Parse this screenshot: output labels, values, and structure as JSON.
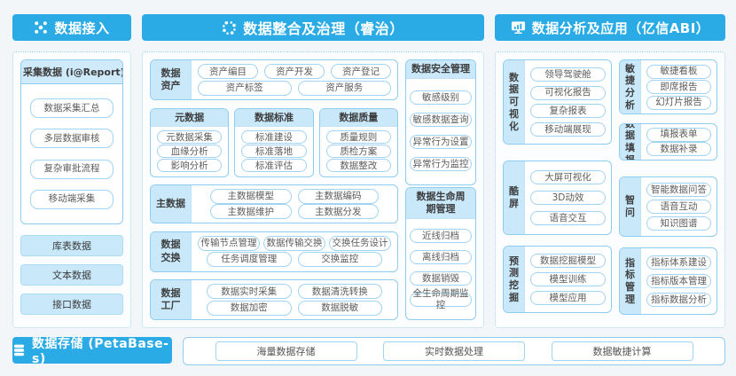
{
  "colors": {
    "accent": "#2aabe6",
    "light_fill": "#c9e9fb",
    "border": "#8fcdf0"
  },
  "access": {
    "title": "数据接入",
    "report_panel": {
      "title": "采集数据 (i@Report)",
      "items": [
        "数据采集汇总",
        "多层数据审核",
        "复杂审批流程",
        "移动端采集"
      ]
    },
    "chips": [
      "库表数据",
      "文本数据",
      "接口数据"
    ]
  },
  "governance": {
    "title": "数据整合及治理（睿治）",
    "asset": {
      "label": "数据资产",
      "row1": [
        "资产编目",
        "资产开发",
        "资产登记"
      ],
      "row2": [
        "资产标签",
        "资产服务"
      ]
    },
    "meta": {
      "title": "元数据",
      "items": [
        "元数据采集",
        "血缘分析",
        "影响分析"
      ]
    },
    "standard": {
      "title": "数据标准",
      "items": [
        "标准建设",
        "标准落地",
        "标准评估"
      ]
    },
    "quality": {
      "title": "数据质量",
      "items": [
        "质量规则",
        "质检方案",
        "数据整改"
      ]
    },
    "master": {
      "label": "主数据",
      "row1": [
        "主数据模型",
        "主数据编码"
      ],
      "row2": [
        "主数据维护",
        "主数据分发"
      ]
    },
    "exchange": {
      "label": "数据交换",
      "row1": [
        "传输节点管理",
        "数据传输交换",
        "交换任务设计"
      ],
      "row2": [
        "任务调度管理",
        "交换监控"
      ]
    },
    "factory": {
      "label": "数据工厂",
      "row1": [
        "数据实时采集",
        "数据清洗转换"
      ],
      "row2": [
        "数据加密",
        "数据脱敏"
      ]
    },
    "security": {
      "title": "数据安全管理",
      "items": [
        "敏感级别",
        "敏感数据查询",
        "异常行为设置",
        "异常行为监控"
      ]
    },
    "lifecycle": {
      "title": "数据生命周期管理",
      "items": [
        "近线归档",
        "离线归档",
        "数据销毁",
        "全生命周期监控"
      ]
    }
  },
  "analysis": {
    "title": "数据分析及应用（亿信ABI）",
    "viz": {
      "label": "数据可视化",
      "items": [
        "领导驾驶舱",
        "可视化报告",
        "复杂报表",
        "移动端展现"
      ]
    },
    "agile": {
      "label": "敏捷分析",
      "items": [
        "敏捷看板",
        "即席报告",
        "幻灯片报告"
      ]
    },
    "filling": {
      "label": "数据填报",
      "items": [
        "填报表单",
        "数据补录"
      ]
    },
    "coolscreen": {
      "label": "酷屏",
      "items": [
        "大屏可视化",
        "3D动效",
        "语音交互"
      ]
    },
    "zhiwen": {
      "label": "智问",
      "items": [
        "智能数据问答",
        "语音互动",
        "知识图谱"
      ]
    },
    "mining": {
      "label": "预测挖掘",
      "items": [
        "数据挖掘模型",
        "模型训练",
        "模型应用"
      ]
    },
    "indicator": {
      "label": "指标管理",
      "items": [
        "指标体系建设",
        "指标版本管理",
        "指标数据分析"
      ]
    }
  },
  "storage": {
    "title": "数据存储 (PetaBase-s)",
    "items": [
      "海量数据存储",
      "实时数据处理",
      "数据敏捷计算"
    ]
  }
}
